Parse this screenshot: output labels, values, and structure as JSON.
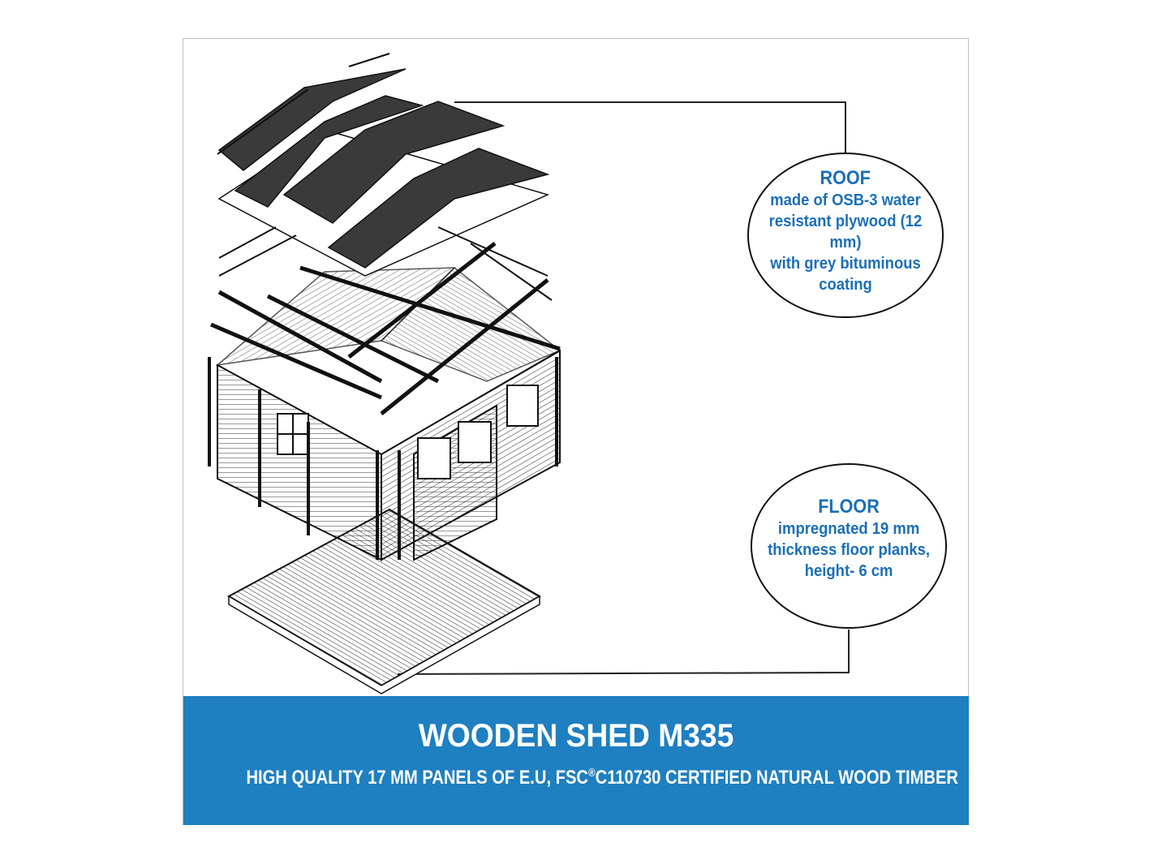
{
  "roof": {
    "title": "ROOF",
    "description": "made of OSB-3 water\nresistant plywood (12 mm)\nwith grey bituminous\ncoating"
  },
  "floor": {
    "title": "FLOOR",
    "description": "impregnated 19 mm\nthickness floor planks,\nheight- 6 cm"
  },
  "banner": {
    "title": "WOODEN SHED M335",
    "subtitle_part1": "HIGH QUALITY 17 MM PANELS OF E.U, FSC",
    "subtitle_mark": "®",
    "subtitle_part2": "C110730 CERTIFIED NATURAL WOOD TIMBER"
  },
  "colors": {
    "accent": "#1e7fc1",
    "text_blue": "#1a6fb8",
    "roof_panel": "#3a3a3a"
  }
}
